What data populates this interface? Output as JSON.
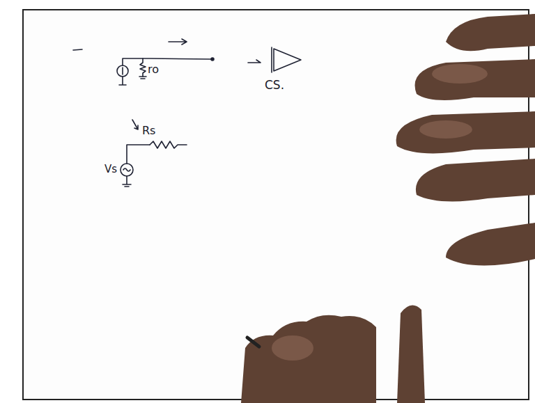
{
  "diagram": {
    "labels": [
      "ro",
      "CS.",
      "Rs",
      "Vs"
    ]
  }
}
